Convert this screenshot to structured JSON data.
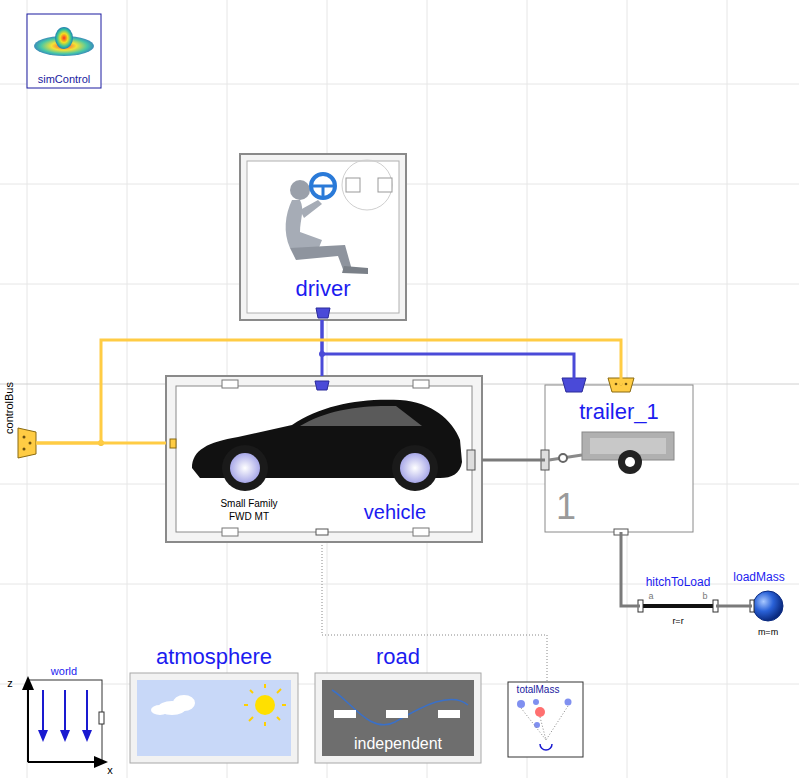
{
  "diagram": {
    "nodes": [
      {
        "text": [
          "simControl"
        ]
      },
      {
        "text": [
          "driver"
        ]
      },
      {
        "text": [
          "controlBus"
        ]
      },
      {
        "text": [
          "Small Family FWD MT",
          "vehicle"
        ]
      },
      {
        "text": [
          "trailer_1",
          "1"
        ]
      },
      {
        "text": [
          "hitchToLoad",
          "a",
          "b",
          "r=r"
        ]
      },
      {
        "text": [
          "loadMass",
          "m=m"
        ]
      },
      {
        "text": [
          "world",
          "z",
          "x"
        ]
      },
      {
        "text": [
          "atmosphere"
        ]
      },
      {
        "text": [
          "road",
          "independent"
        ]
      },
      {
        "text": [
          "totalMass"
        ]
      }
    ],
    "edges": [
      {
        "from": 1,
        "to": 3,
        "arrow": "none"
      },
      {
        "from": 1,
        "to": 4,
        "arrow": "none"
      },
      {
        "from": 2,
        "to": 3,
        "arrow": "none"
      },
      {
        "from": 2,
        "to": 4,
        "arrow": "none"
      },
      {
        "from": 3,
        "to": 4,
        "arrow": "none"
      },
      {
        "from": 4,
        "to": 5,
        "arrow": "none"
      },
      {
        "from": 5,
        "to": 6,
        "arrow": "none"
      },
      {
        "from": 3,
        "to": 10,
        "arrow": "none"
      }
    ]
  }
}
